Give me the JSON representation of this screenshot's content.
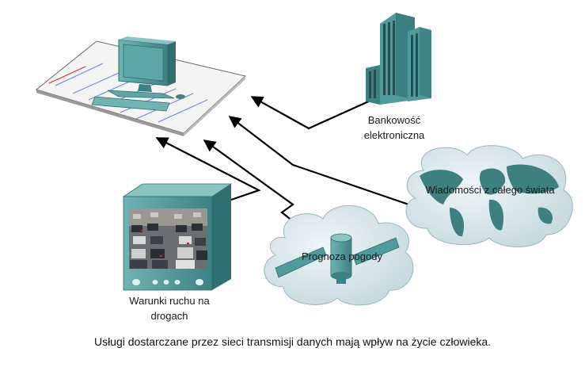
{
  "labels": {
    "banking_line1": "Bankowość",
    "banking_line2": "elektroniczna",
    "news": "Wiadomości z całego świata",
    "weather": "Prognoza pogody",
    "traffic_line1": "Warunki ruchu na",
    "traffic_line2": "drogach"
  },
  "caption": "Usługi dostarczane przez sieci transmisji danych mają wpływ na życie człowieka.",
  "colors": {
    "teal": "#4f9a9a",
    "teal_dark": "#2f6f70",
    "cloud": "#d4e4e8",
    "land": "#3e7f80",
    "arrow": "#000000"
  },
  "icons": [
    "computer-icon",
    "office-building-icon",
    "world-map-cloud-icon",
    "satellite-cloud-icon",
    "traffic-monitor-icon"
  ]
}
